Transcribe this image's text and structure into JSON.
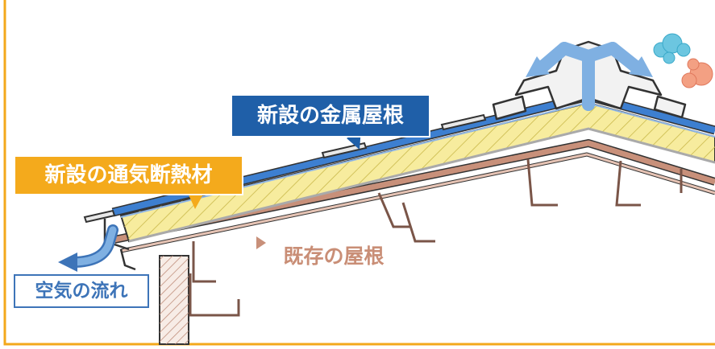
{
  "labels": {
    "new_metal_roof": "新設の金属屋根",
    "new_ventilated_insulation": "新設の通気断熱材",
    "existing_roof": "既存の屋根",
    "air_flow": "空気の流れ"
  },
  "colors": {
    "frame": "#f3a81b",
    "metal_roof": "#2e72c4",
    "insulation": "#f7ec9e",
    "insulation_hatch": "#c9b84a",
    "existing_roof": "#c08f7c",
    "airflow_arrow": "#77a8dc",
    "label_blue_bg": "#1f5fa8",
    "label_orange_bg": "#f4aa1c",
    "outline": "#333333",
    "heat_puff": "#f09878",
    "cool_puff": "#5fc2dc"
  }
}
